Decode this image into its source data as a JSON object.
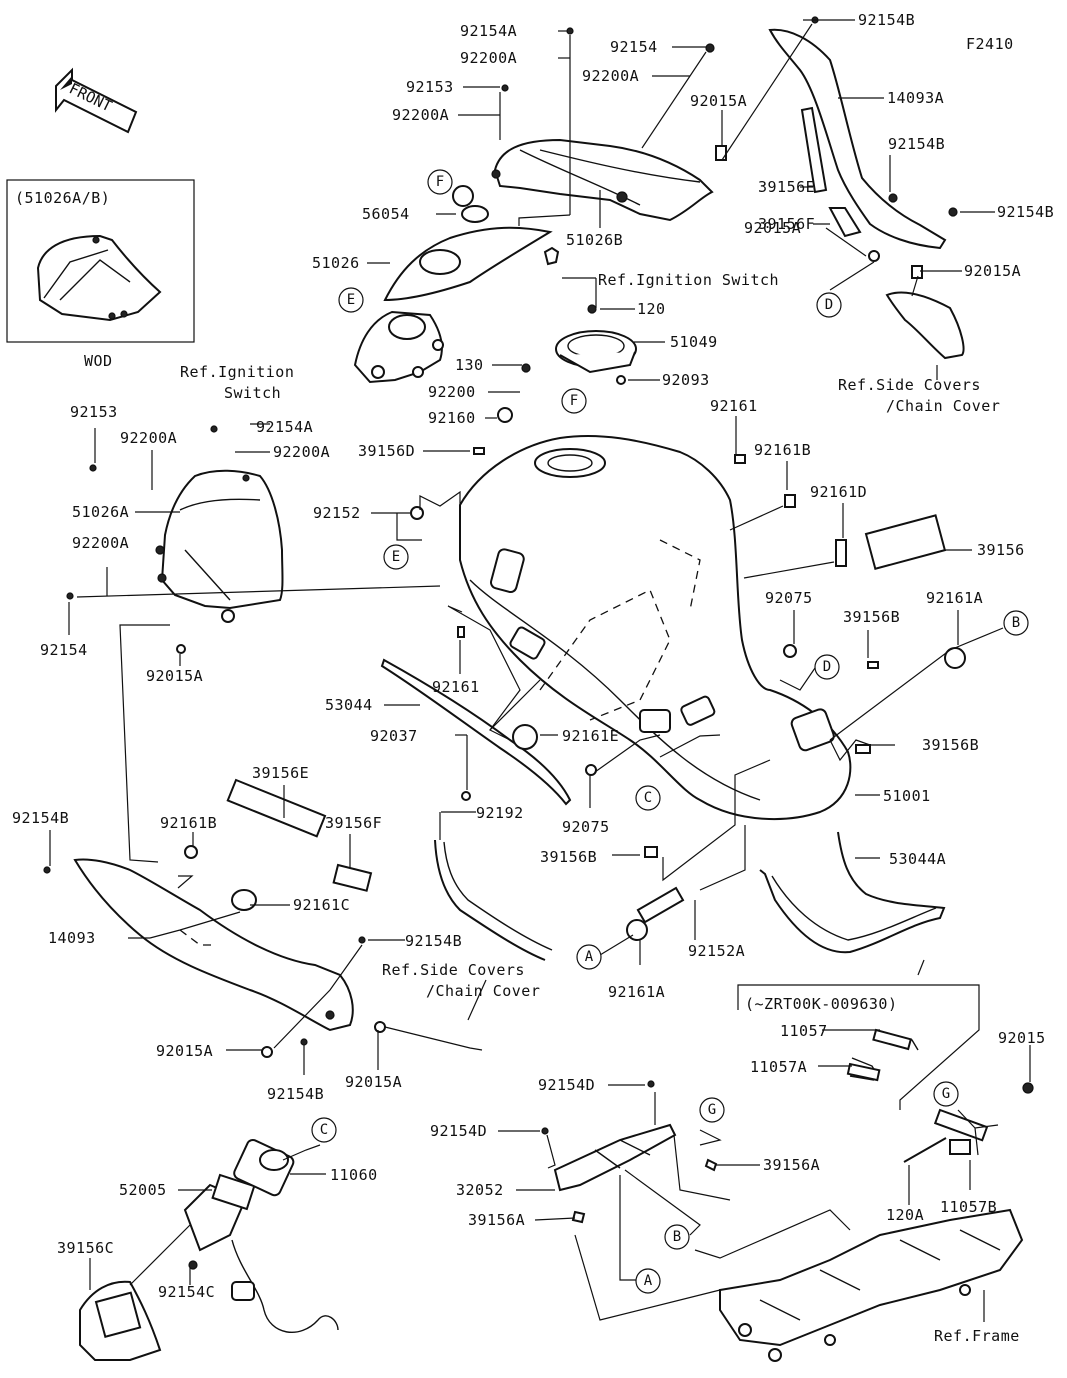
{
  "figure_code": "F2410",
  "front_label": "FRONT",
  "wod_box": {
    "title": "(51026A/B)",
    "caption": "WOD"
  },
  "variant_box": {
    "title": "(~ZRT00K-009630)"
  },
  "callout_tags": {
    "A": "A",
    "B": "B",
    "C": "C",
    "D": "D",
    "E": "E",
    "F": "F",
    "G": "G"
  },
  "refs": {
    "ignition_top": "Ref.Ignition Switch",
    "ignition_left_1": "Ref.Ignition",
    "ignition_left_2": "Switch",
    "side_covers_right_1": "Ref.Side Covers",
    "side_covers_right_2": "/Chain Cover",
    "side_covers_mid_1": "Ref.Side Covers",
    "side_covers_mid_2": "/Chain Cover",
    "frame": "Ref.Frame"
  },
  "parts": {
    "p92154A_top": "92154A",
    "p92200A_top": "92200A",
    "p92154_top": "92154",
    "p92200A_top2": "92200A",
    "p92153_top": "92153",
    "p92200A_top3": "92200A",
    "p92154B_top": "92154B",
    "p14093A": "14093A",
    "p92015A_top": "92015A",
    "p92154B_right": "92154B",
    "p39156E_right": "39156E",
    "p92154B_right2": "92154B",
    "p39156F_right": "39156F",
    "p92015A_right": "92015A",
    "p92015A_right2": "92015A",
    "p56054": "56054",
    "p51026B": "51026B",
    "p51026": "51026",
    "p120": "120",
    "p51049": "51049",
    "p130": "130",
    "p92093": "92093",
    "p92200": "92200",
    "p92160": "92160",
    "p92161_top": "92161",
    "p39156D": "39156D",
    "p92161B_right": "92161B",
    "p92153_left": "92153",
    "p92154A_left": "92154A",
    "p92200A_left": "92200A",
    "p92200A_left2": "92200A",
    "p51026A": "51026A",
    "p92152": "92152",
    "p92161D": "92161D",
    "p39156": "39156",
    "p92200A_left3": "92200A",
    "p92154_left": "92154",
    "p92075_right": "92075",
    "p39156B_right": "39156B",
    "p92161A_right": "92161A",
    "p92015A_left": "92015A",
    "p92161_mid": "92161",
    "p53044": "53044",
    "p92161E": "92161E",
    "p39156B_right2": "39156B",
    "p92037": "92037",
    "p92192": "92192",
    "p51001": "51001",
    "p92075_mid": "92075",
    "p39156E_left": "39156E",
    "p92161B_left": "92161B",
    "p39156F_left": "39156F",
    "p92154B_left": "92154B",
    "p39156B_mid": "39156B",
    "p53044A": "53044A",
    "p92161C": "92161C",
    "p14093": "14093",
    "p92154B_mid": "92154B",
    "p92152A": "92152A",
    "p92161A_mid": "92161A",
    "p11057": "11057",
    "p11057A": "11057A",
    "p92015_right": "92015",
    "p92015A_bot": "92015A",
    "p92154B_bot": "92154B",
    "p92015A_bot2": "92015A",
    "p92154D_top": "92154D",
    "p92154D_left": "92154D",
    "p39156A_right": "39156A",
    "p32052": "32052",
    "p39156A_left": "39156A",
    "p52005": "52005",
    "p11060": "11060",
    "p39156C": "39156C",
    "p92154C": "92154C",
    "p120A": "120A",
    "p11057B": "11057B"
  }
}
